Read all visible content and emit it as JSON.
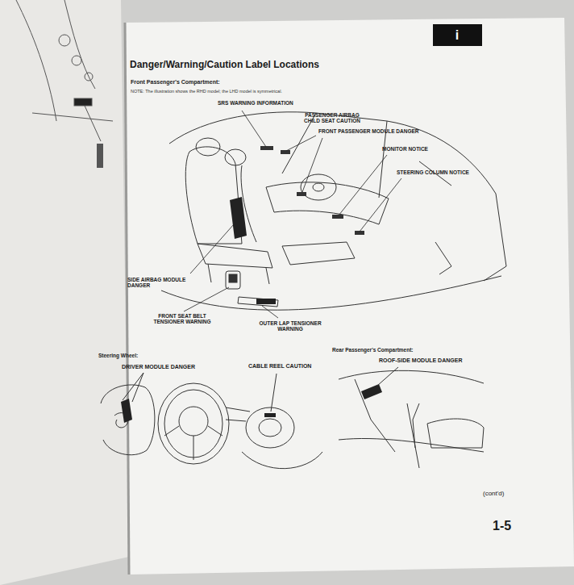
{
  "diagram": {
    "title": "Danger/Warning/Caution Label Locations",
    "labels": [
      "i",
      "Front Passenger's Compartment:",
      "NOTE: The illustration shows the RHD model; the LHD model is symmetrical.",
      "SRS WARNING INFORMATION",
      "PASSENGER AIRBAG CHILD SEAT CAUTION",
      "FRONT PASSENGER MODULE DANGER",
      "MONITOR NOTICE",
      "STEERING COLUMN NOTICE",
      "SIDE AIRBAG MODULE DANGER",
      "FRONT SEAT BELT TENSIONER WARNING",
      "OUTER LAP TENSIONER WARNING",
      "Steering Wheel:",
      "Rear Passenger's Compartment:",
      "DRIVER MODULE DANGER",
      "CABLE REEL CAUTION",
      "ROOF-SIDE MODULE DANGER",
      "(cont'd)",
      "1-5"
    ]
  }
}
